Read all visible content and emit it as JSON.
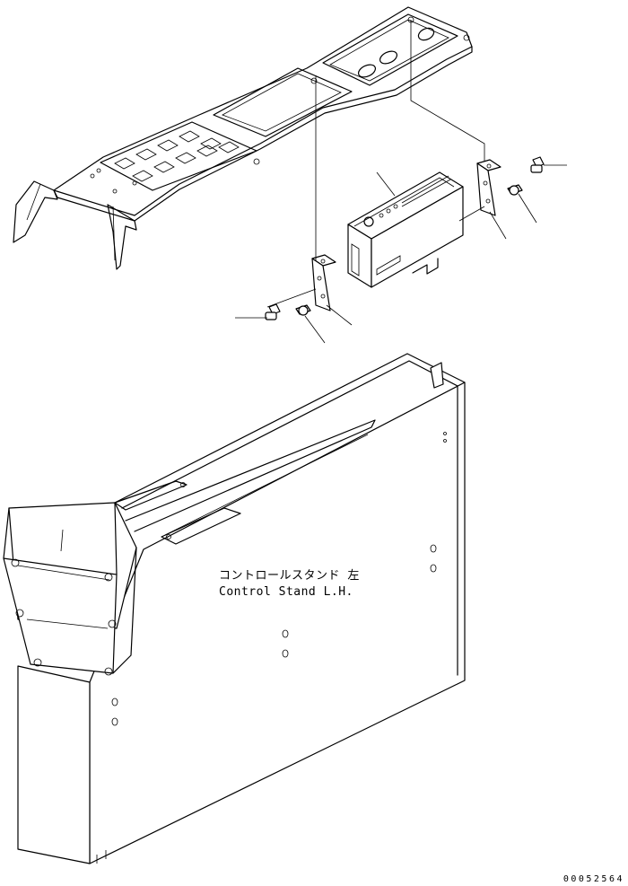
{
  "labels": {
    "japanese": "コントロールスタンド 左",
    "english": "Control Stand L.H."
  },
  "drawing_number": "00052564"
}
